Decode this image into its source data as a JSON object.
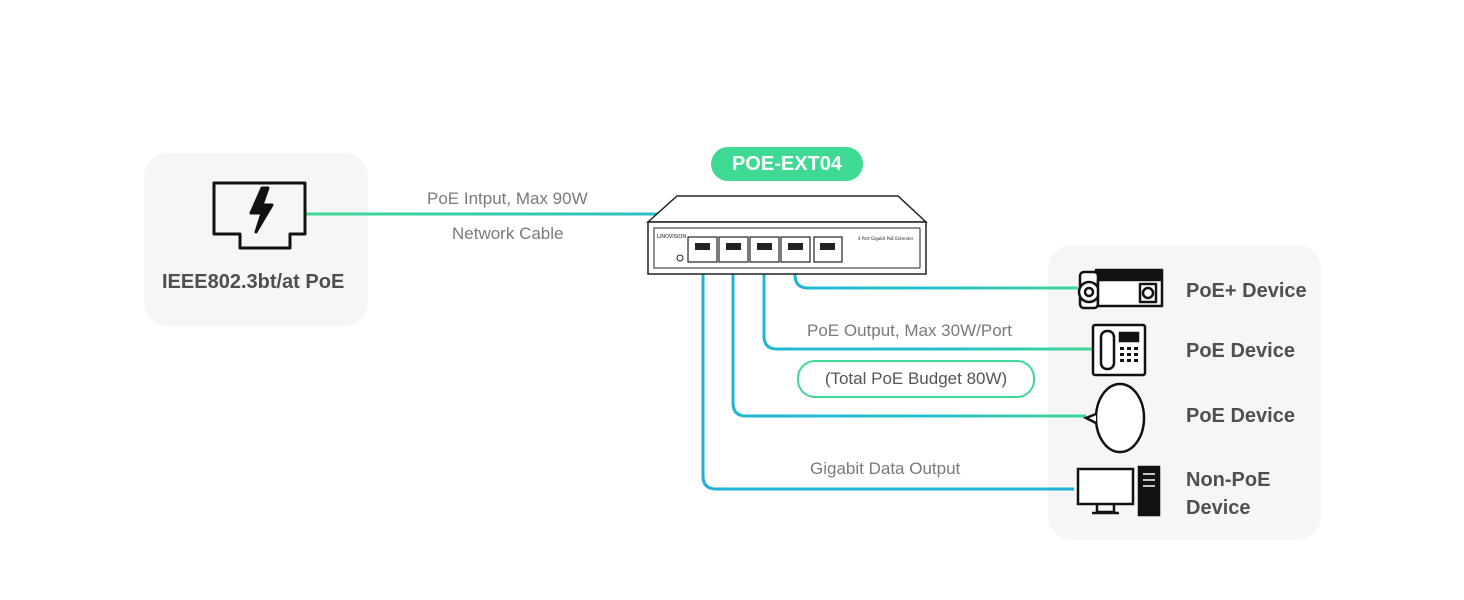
{
  "source": {
    "label": "IEEE802.3bt/at PoE",
    "icon": "poe-injector-icon"
  },
  "switch": {
    "model": "POE-EXT04",
    "icon": "poe-switch-icon"
  },
  "input": {
    "line1": "PoE Intput, Max 90W",
    "line2": "Network Cable"
  },
  "output": {
    "poe_label": "PoE Output, Max 30W/Port",
    "budget": "(Total PoE Budget 80W)",
    "data_label": "Gigabit Data Output"
  },
  "devices": [
    {
      "label": "PoE+ Device",
      "icon": "bullet-camera-icon"
    },
    {
      "label": "PoE Device",
      "icon": "ip-phone-icon"
    },
    {
      "label": "PoE Device",
      "icon": "wireless-bridge-icon"
    },
    {
      "label": "Non-PoE Device",
      "icon": "desktop-computer-icon"
    }
  ],
  "colors": {
    "accent_green": "#3ed993",
    "accent_blue": "#1fb2d8"
  }
}
